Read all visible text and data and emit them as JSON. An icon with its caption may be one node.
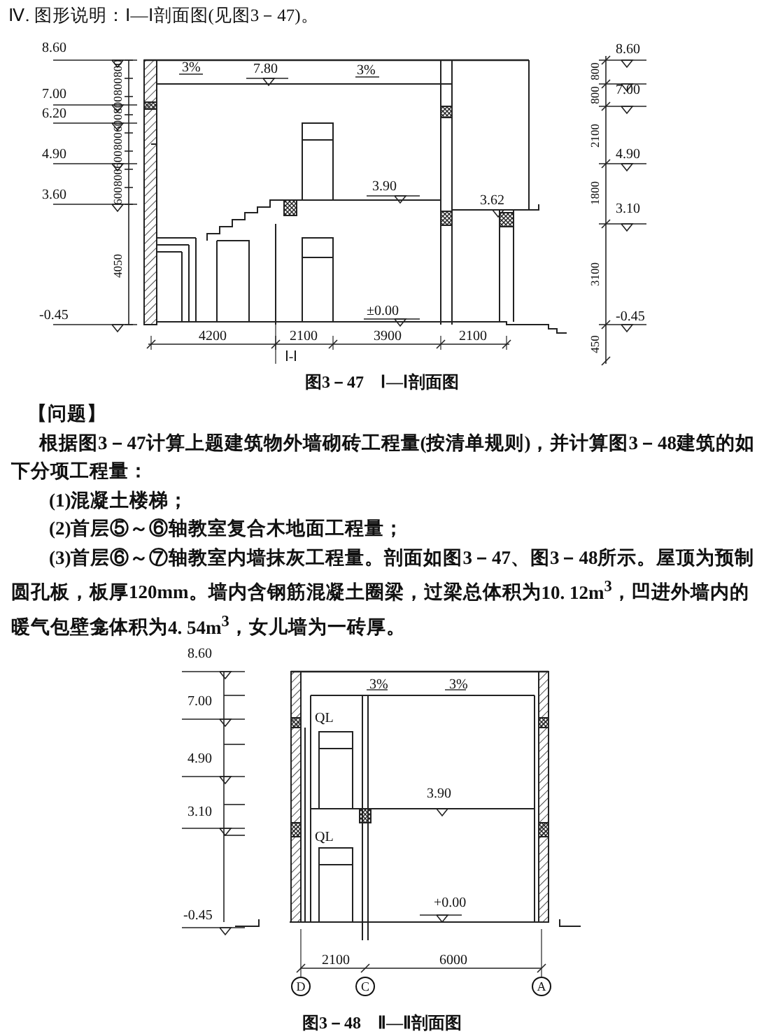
{
  "diagram": {
    "title": "Ⅳ. 图形说明：Ⅰ—Ⅰ剖面图(见图3－47)。",
    "nodes": [
      {
        "text": [
          "D"
        ]
      },
      {
        "text": [
          "C"
        ]
      },
      {
        "text": [
          "A"
        ]
      }
    ],
    "labels": [
      "8.60",
      "7.00",
      "6.20",
      "4.90",
      "3.60",
      "-0.45",
      "800",
      "800",
      "800",
      "600",
      "800",
      "600",
      "800",
      "600",
      "4050",
      "3%",
      "7.80",
      "3%",
      "3.90",
      "3.62",
      "±0.00",
      "8.60",
      "7.00",
      "4.90",
      "3.10",
      "-0.45",
      "800",
      "800",
      "2100",
      "1800",
      "3100",
      "450",
      "4200",
      "2100",
      "3900",
      "2100",
      "Ⅰ-Ⅰ",
      "图3－47　Ⅰ—Ⅰ剖面图",
      "【问题】",
      "根据图3－47计算上题建筑物外墙砌砖工程量(按清单规则)，并计算图3－48建筑的如下分项工程量：",
      "(1)混凝土楼梯；",
      "(2)首层⑤～⑥轴教室复合木地面工程量；",
      "(3)首层⑥～⑦轴教室内墙抹灰工程量。剖面如图3－47、图3－48所示。屋顶为预制圆孔板，板厚**120mm**。墙内含钢筋混凝土圈梁，过梁总体积为**10. 12m$^{3}$**，凹进外墙内的暖气包壁龛体积为**4. 54m$^{3}$**，女儿墙为一砖厚。",
      "8.60",
      "7.00",
      "4.90",
      "3.10",
      "-0.45",
      "3%",
      "3%",
      "QL",
      "QL",
      "3.90",
      "+0.00",
      "2100",
      "6000",
      "图3－48　Ⅱ—Ⅱ剖面图"
    ]
  }
}
